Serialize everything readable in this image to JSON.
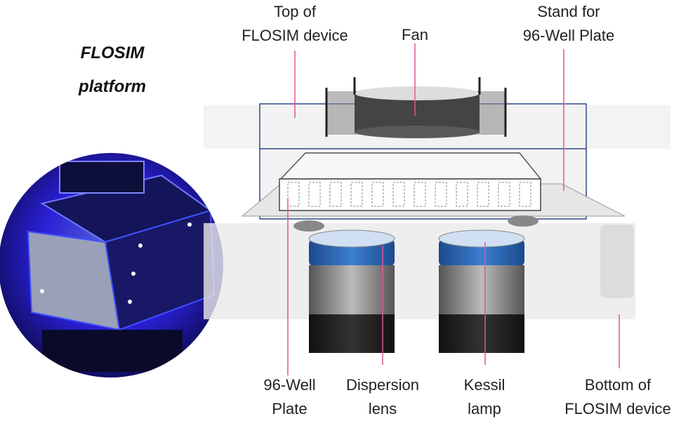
{
  "title": {
    "line1": "FLOSIM",
    "line2": "platform"
  },
  "labels": {
    "top_device": {
      "line1": "Top of",
      "line2": "FLOSIM device"
    },
    "fan": "Fan",
    "stand": {
      "line1": "Stand for",
      "line2": "96-Well Plate"
    },
    "well_plate": {
      "line1": "96-Well",
      "line2": "Plate"
    },
    "dispersion_lens": {
      "line1": "Dispersion",
      "line2": "lens"
    },
    "kessil_lamp": {
      "line1": "Kessil",
      "line2": "lamp"
    },
    "bottom_device": {
      "line1": "Bottom of",
      "line2": "FLOSIM device"
    }
  },
  "colors": {
    "leader_line": "#e0559a",
    "lamp_blue": "#2d68b8",
    "photo_glow": "#2a1fd6"
  }
}
